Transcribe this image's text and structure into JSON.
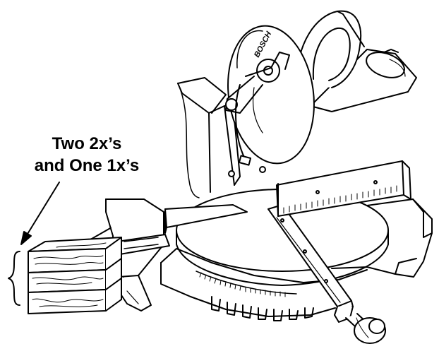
{
  "callout": {
    "line1": "Two 2x’s",
    "line2": "and One 1x’s"
  },
  "blade_brand": "BOSCH",
  "line_color": "#000000",
  "background_color": "#ffffff"
}
